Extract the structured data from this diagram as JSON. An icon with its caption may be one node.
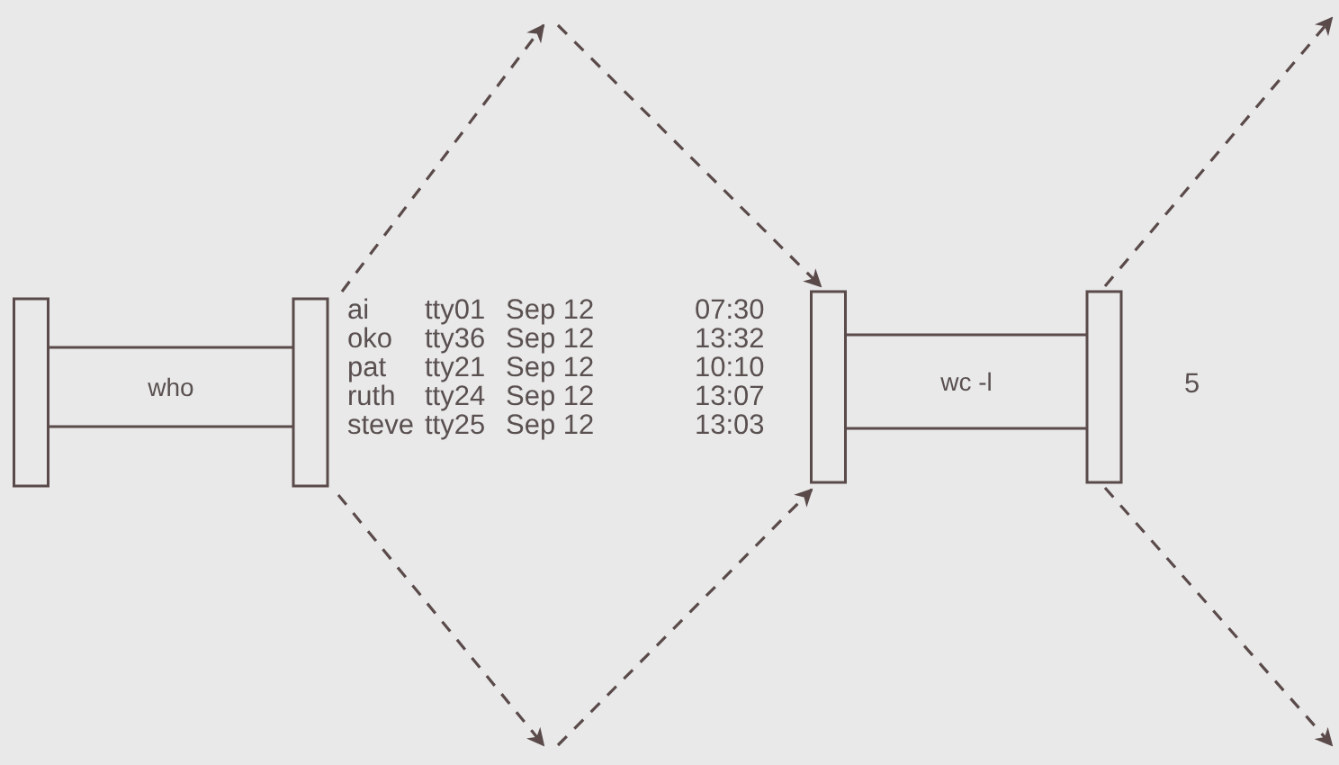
{
  "diagram": {
    "nodes": [
      {
        "text": [
          "who"
        ]
      },
      {
        "text": [
          "wc -l"
        ]
      }
    ],
    "edges": [
      {
        "from": 0,
        "to": null,
        "arrow": "to",
        "style": "dashed"
      },
      {
        "from": null,
        "to": 1,
        "arrow": "to",
        "style": "dashed"
      },
      {
        "from": 0,
        "to": null,
        "arrow": "to",
        "style": "dashed"
      },
      {
        "from": null,
        "to": 1,
        "arrow": "to",
        "style": "dashed"
      },
      {
        "from": 1,
        "to": null,
        "arrow": "to",
        "style": "dashed"
      },
      {
        "from": 1,
        "to": null,
        "arrow": "to",
        "style": "dashed"
      }
    ],
    "labels": [
      "ai",
      "tty01",
      "Sep 12",
      "07:30",
      "oko",
      "tty36",
      "Sep 12",
      "13:32",
      "pat",
      "tty21",
      "Sep 12",
      "10:10",
      "ruth",
      "tty24",
      "Sep 12",
      "13:07",
      "steve",
      "tty25",
      "Sep 12",
      "13:03",
      "5"
    ]
  }
}
